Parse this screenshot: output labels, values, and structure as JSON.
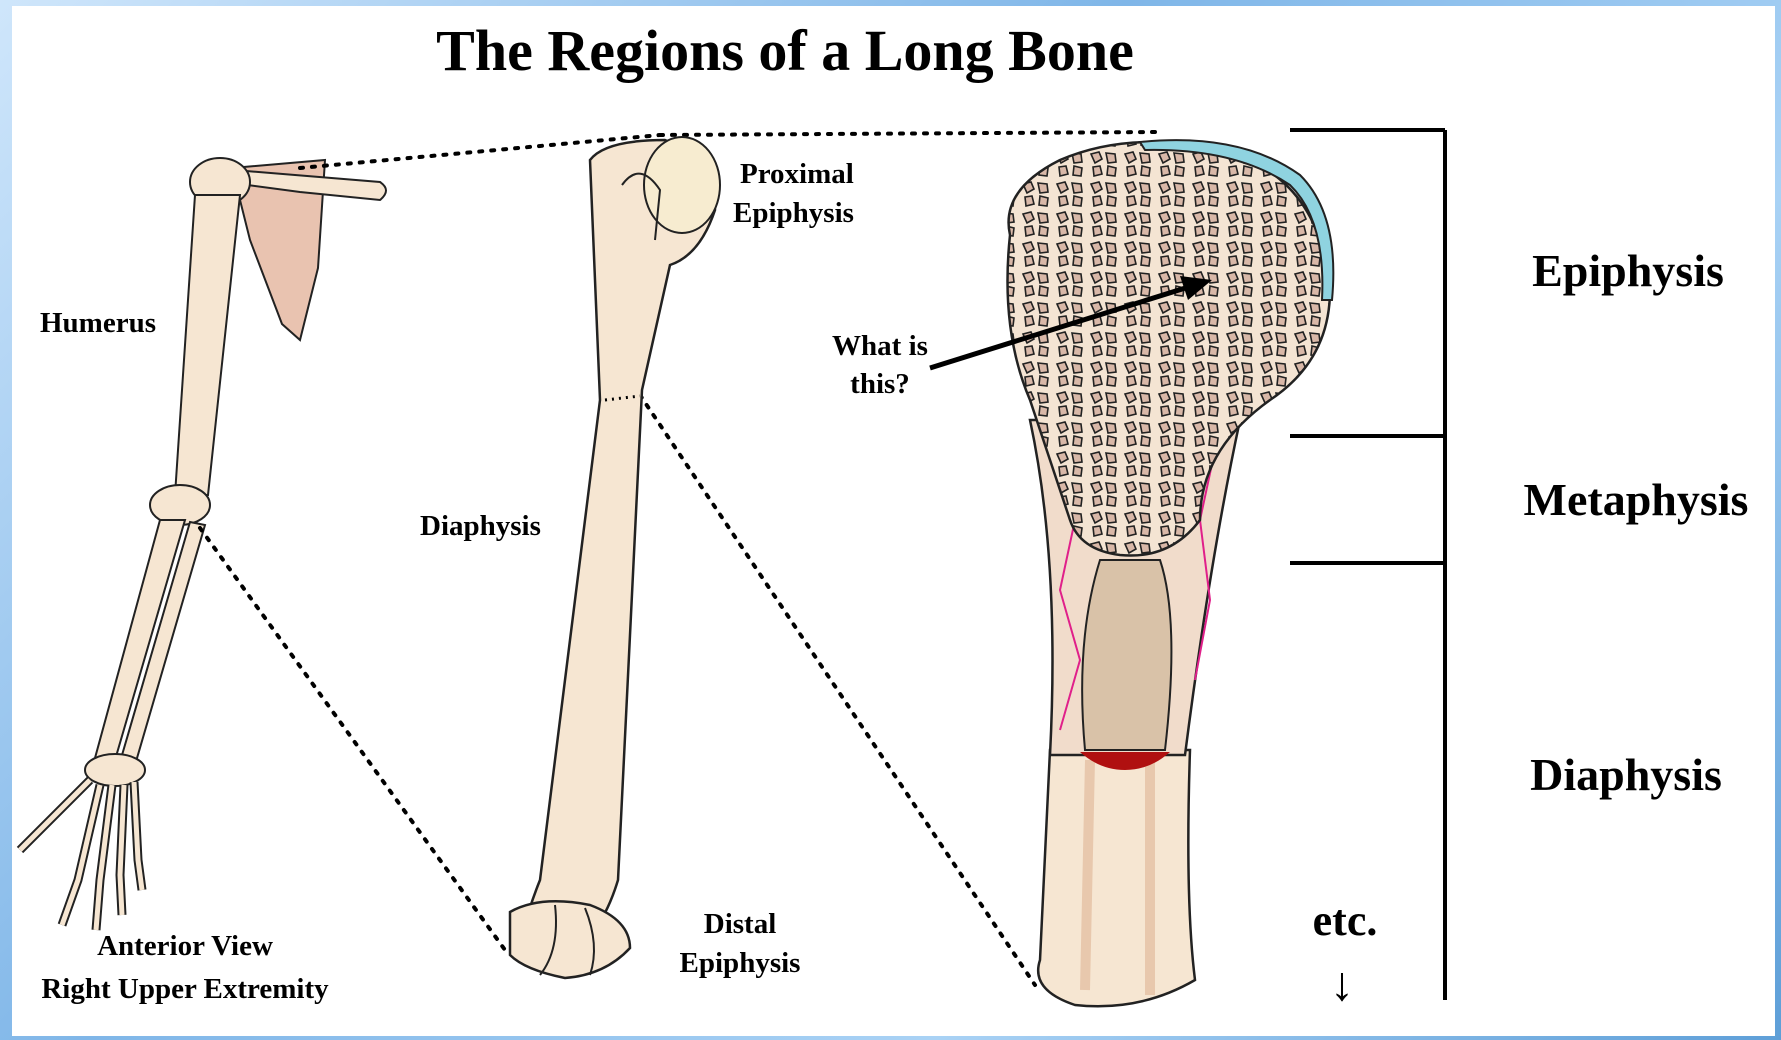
{
  "title": "The Regions of a Long Bone",
  "labels": {
    "humerus": "Humerus",
    "anterior_view": "Anterior View",
    "right_upper_extremity": "Right Upper Extremity",
    "proximal": "Proximal",
    "proximal_epiphysis": "Epiphysis",
    "diaphysis_mid": "Diaphysis",
    "distal": "Distal",
    "distal_epiphysis": "Epiphysis",
    "question_line1": "What is",
    "question_line2": "this?",
    "region_epiphysis": "Epiphysis",
    "region_metaphysis": "Metaphysis",
    "region_diaphysis": "Diaphysis",
    "etc": "etc.",
    "down_arrow": "↓"
  },
  "colors": {
    "bone": "#f6e6d2",
    "bone_shade": "#e8c8ad",
    "scapula": "#e9c3b0",
    "cartilage": "#8fd3e0",
    "marrow": "#d9c2a8",
    "vessel": "#e0208a",
    "blood": "#b01010"
  }
}
